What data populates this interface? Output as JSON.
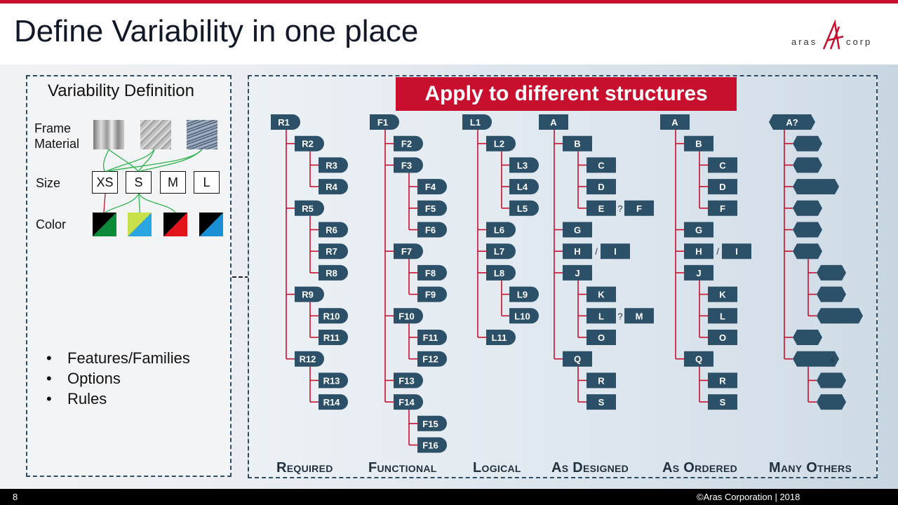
{
  "slide": {
    "title": "Define Variability in one place",
    "page_number": "8",
    "copyright": "©Aras Corporation  |  2018",
    "logo_left": "aras",
    "logo_right": "corp",
    "accent": "#c8102e",
    "node_color": "#2c5068"
  },
  "variability": {
    "title": "Variability Definition",
    "frame_material_label": "Frame Material",
    "size_label": "Size",
    "color_label": "Color",
    "sizes": [
      "XS",
      "S",
      "M",
      "L"
    ],
    "bullets": [
      "Features/Families",
      "Options",
      "Rules"
    ]
  },
  "banner": "Apply to different structures",
  "columns": [
    "Required",
    "Functional",
    "Logical",
    "As Designed",
    "As Ordered",
    "Many Others"
  ],
  "trees": {
    "required": {
      "root": "R1",
      "children": [
        {
          "label": "R2",
          "children": [
            "R3",
            "R4"
          ]
        },
        {
          "label": "R5",
          "children": [
            "R6",
            "R7",
            "R8"
          ]
        },
        {
          "label": "R9",
          "children": [
            "R10",
            "R11"
          ]
        },
        {
          "label": "R12",
          "children": [
            "R13",
            "R14"
          ]
        }
      ]
    },
    "functional": {
      "root": "F1",
      "children": [
        {
          "label": "F2",
          "children": []
        },
        {
          "label": "F3",
          "children": [
            "F4",
            "F5",
            "F6"
          ]
        },
        {
          "label": "F7",
          "children": [
            "F8",
            "F9"
          ]
        },
        {
          "label": "F10",
          "children": [
            "F11",
            "F12"
          ]
        },
        {
          "label": "F13",
          "children": []
        },
        {
          "label": "F14",
          "children": [
            "F15",
            "F16"
          ]
        }
      ]
    },
    "logical": {
      "root": "L1",
      "children": [
        {
          "label": "L2",
          "children": [
            "L3",
            "L4",
            "L5"
          ]
        },
        {
          "label": "L6",
          "children": []
        },
        {
          "label": "L7",
          "children": []
        },
        {
          "label": "L8",
          "children": [
            "L9",
            "L10"
          ]
        },
        {
          "label": "L11",
          "children": []
        }
      ]
    },
    "as_designed": {
      "root": "A",
      "children": [
        {
          "label": "B",
          "children": [
            "C",
            "D",
            {
              "label": "E",
              "sep": "?",
              "alt": "F"
            }
          ]
        },
        {
          "label": "G",
          "children": []
        },
        {
          "label": "H",
          "sep": "/",
          "alt": "I",
          "children": []
        },
        {
          "label": "J",
          "children": [
            "K",
            {
              "label": "L",
              "sep": "?",
              "alt": "M"
            },
            "O"
          ]
        },
        {
          "label": "Q",
          "children": [
            "R",
            "S"
          ]
        }
      ]
    },
    "as_ordered": {
      "root": "A",
      "children": [
        {
          "label": "B",
          "children": [
            "C",
            "D",
            "F"
          ]
        },
        {
          "label": "G",
          "children": []
        },
        {
          "label": "H",
          "sep": "/",
          "alt": "I",
          "children": []
        },
        {
          "label": "J",
          "children": [
            "K",
            "L",
            "O"
          ]
        },
        {
          "label": "Q",
          "children": [
            "R",
            "S"
          ]
        }
      ]
    },
    "many_others": {
      "root": "A?",
      "stray_text": "s"
    }
  }
}
